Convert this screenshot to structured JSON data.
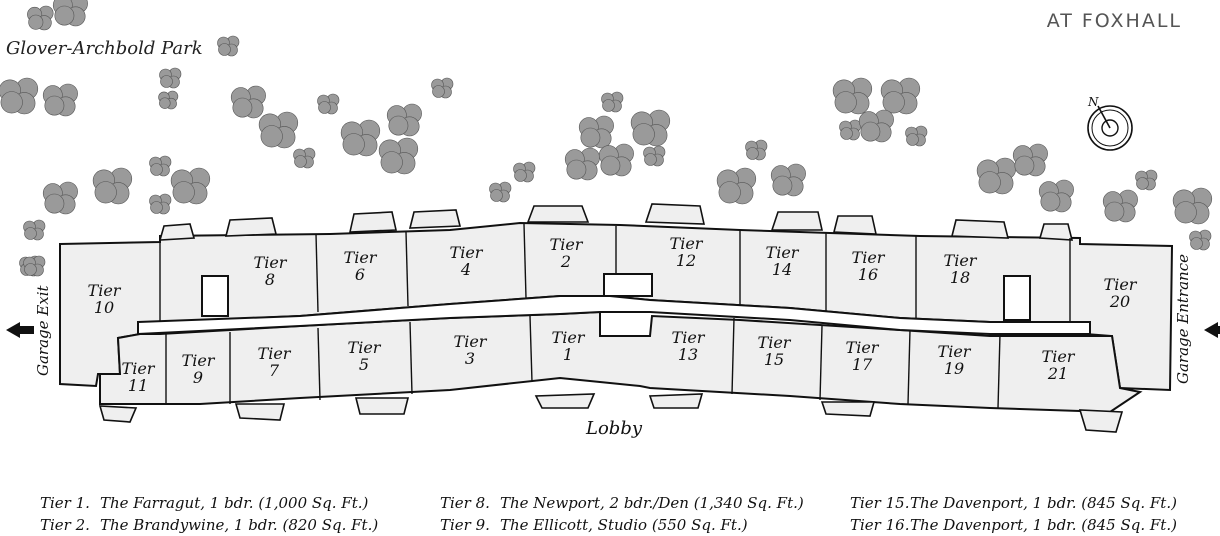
{
  "brand": "AT FOXHALL",
  "park_label": "Glover-Archbold Park",
  "lobby_label": "Lobby",
  "garage_exit_label": "Garage Exit",
  "garage_entrance_label": "Garage Entrance",
  "compass_label": "N",
  "tier_word": "Tier",
  "tiers": [
    "1",
    "2",
    "3",
    "4",
    "5",
    "6",
    "7",
    "8",
    "9",
    "10",
    "11",
    "12",
    "13",
    "14",
    "15",
    "16",
    "17",
    "18",
    "19",
    "20",
    "21"
  ],
  "legend": [
    {
      "num": "Tier 1.",
      "text": "The Farragut, 1 bdr. (1,000 Sq. Ft.)"
    },
    {
      "num": "Tier 2.",
      "text": "The Brandywine, 1 bdr. (820 Sq. Ft.)"
    },
    {
      "num": "Tier 8.",
      "text": "The Newport, 2 bdr./Den (1,340 Sq. Ft.)"
    },
    {
      "num": "Tier 9.",
      "text": "The Ellicott, Studio (550 Sq. Ft.)"
    },
    {
      "num": "Tier 15.",
      "text": "The Davenport, 1 bdr. (845 Sq. Ft.)"
    },
    {
      "num": "Tier 16.",
      "text": "The Davenport, 1 bdr. (845 Sq. Ft.)"
    }
  ],
  "colors": {
    "building_fill": "#efefef",
    "outline": "#111111",
    "tree": "#9a9a9a",
    "brand": "#555555"
  }
}
